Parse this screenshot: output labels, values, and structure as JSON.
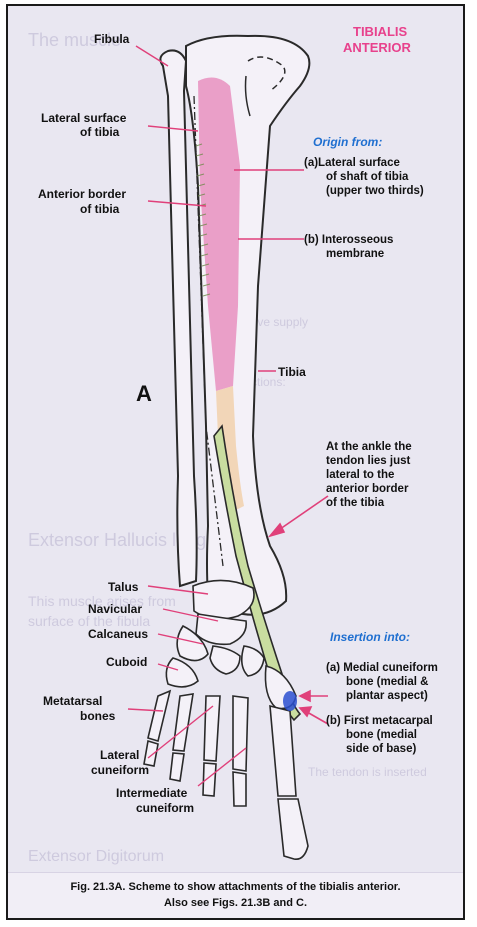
{
  "title": "TIBIALIS\nANTERIOR",
  "title_lines": [
    "TIBIALIS",
    "ANTERIOR"
  ],
  "figure_letter": "A",
  "labels": {
    "fibula": "Fibula",
    "lateral_surface": [
      "Lateral surface",
      "of tibia"
    ],
    "anterior_border": [
      "Anterior border",
      "of tibia"
    ],
    "tibia": "Tibia",
    "talus": "Talus",
    "navicular": "Navicular",
    "calcaneus": "Calcaneus",
    "cuboid": "Cuboid",
    "metatarsal": [
      "Metatarsal",
      "bones"
    ],
    "lateral_cuneiform": [
      "Lateral",
      "cuneiform"
    ],
    "intermediate_cuneiform": [
      "Intermediate",
      "cuneiform"
    ]
  },
  "origin": {
    "heading": "Origin from:",
    "a": [
      "(a)Lateral surface",
      "of shaft of tibia",
      "(upper two thirds)"
    ],
    "b": [
      "(b) Interosseous",
      "membrane"
    ]
  },
  "ankle_note": [
    "At the ankle the",
    "tendon lies just",
    "lateral to the",
    "anterior border",
    "of the tibia"
  ],
  "insertion": {
    "heading": "Insertion into:",
    "a": [
      "(a) Medial cuneiform",
      "bone (medial &",
      "plantar aspect)"
    ],
    "b": [
      "(b) First metacarpal",
      "bone (medial",
      "side of base)"
    ]
  },
  "caption": [
    "Fig. 21.3A. Scheme to show attachments of the tibialis anterior.",
    "Also see Figs. 21.3B and C."
  ],
  "colors": {
    "muscle": "#e890c0",
    "tendon": "#c9dda0",
    "insertion_mark": "#2a4fd0",
    "bone_outline": "#2a2a2a",
    "title": "#e8418c",
    "origin_heading": "#1f6fd0"
  }
}
